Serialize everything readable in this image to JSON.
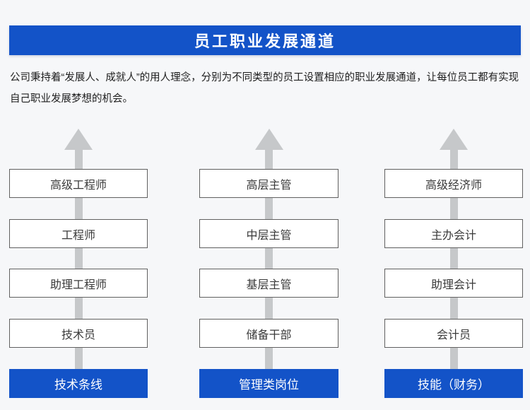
{
  "header": {
    "title": "员工职业发展通道"
  },
  "intro": {
    "lines": [
      "公司秉持着“发展人、成就人”的用人理念，分别为不同类型的员工设置相应的职业发展通道，让每位员工都有实现",
      "自己职业发展梦想的机会。"
    ]
  },
  "channels": [
    {
      "category": "技术条线",
      "levels_top_to_bottom": [
        "高级工程师",
        "工程师",
        "助理工程师",
        "技术员"
      ]
    },
    {
      "category": "管理类岗位",
      "levels_top_to_bottom": [
        "高层主管",
        "中层主管",
        "基层主管",
        "储备干部"
      ]
    },
    {
      "category": "技能（财务）",
      "levels_top_to_bottom": [
        "高级经济师",
        "主办会计",
        "助理会计",
        "会计员"
      ]
    }
  ],
  "colors": {
    "accent_blue": "#1353c8",
    "arrow_gray": "#c6c8ca",
    "box_border_gray": "#606060",
    "box_text": "#3a3a3a",
    "background": "#f6f7f9",
    "banner_text": "#ffffff"
  }
}
